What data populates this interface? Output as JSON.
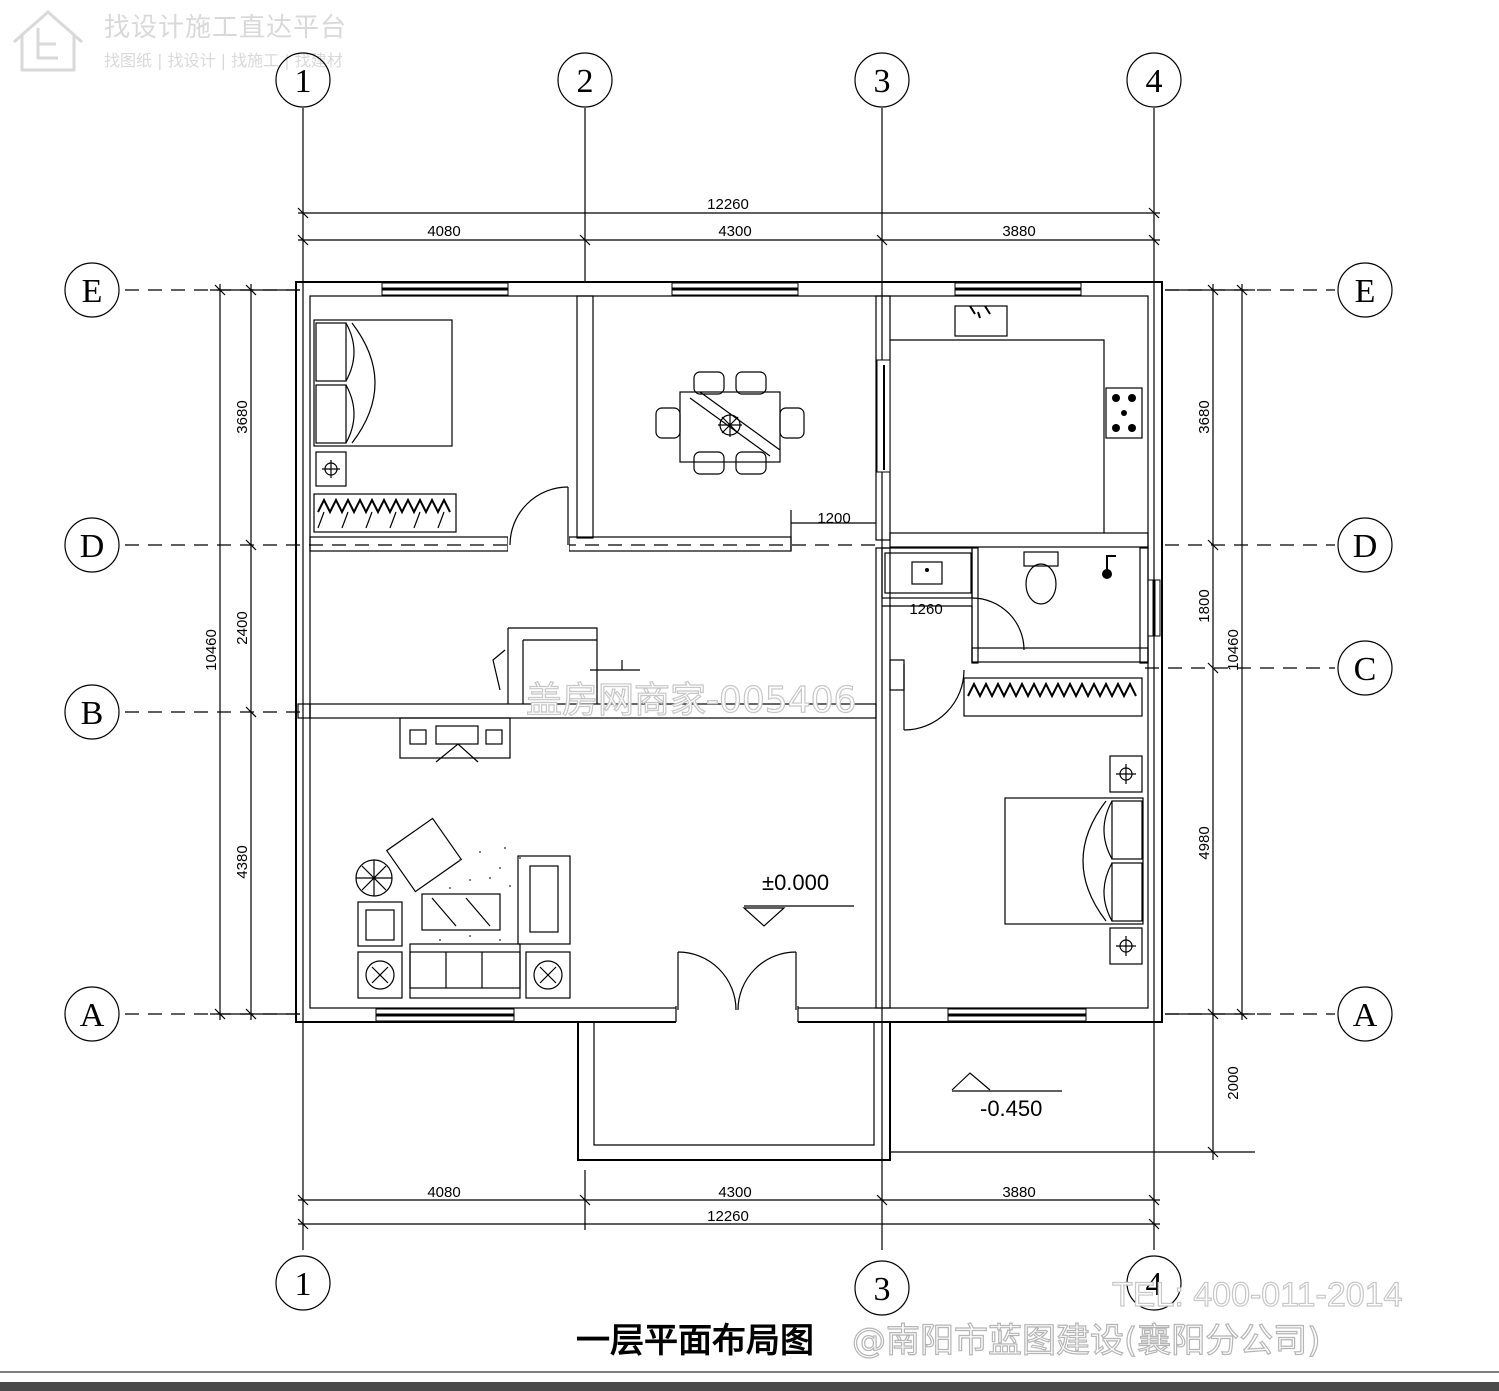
{
  "watermark_top": {
    "line1": "找设计施工直达平台",
    "line2": "找图纸 | 找设计 | 找施工 | 找建材"
  },
  "watermark_center": "盖房网商家-005406",
  "axes_top": [
    "1",
    "2",
    "3",
    "4"
  ],
  "axes_bottom": [
    "1",
    "3",
    "4"
  ],
  "axes_left": [
    "E",
    "D",
    "B",
    "A"
  ],
  "axes_right": [
    "E",
    "D",
    "C",
    "A"
  ],
  "dims_top": {
    "total": "12260",
    "segments": [
      "4080",
      "4300",
      "3880"
    ]
  },
  "dims_bottom": {
    "total": "12260",
    "segments": [
      "4080",
      "4300",
      "3880"
    ]
  },
  "dims_left": {
    "total": "10460",
    "segments": [
      "3680",
      "2400",
      "4380"
    ]
  },
  "dims_right": {
    "total": "10460",
    "segments": [
      "3680",
      "1800",
      "4980",
      "2000"
    ]
  },
  "dims_inner": {
    "corridor": "1200",
    "bath": "1260"
  },
  "elevations": {
    "interior": "±0.000",
    "exterior": "-0.450"
  },
  "title": "一层平面布局图",
  "watermark_tel": "TEL: 400-011-2014",
  "watermark_company": "@南阳市蓝图建设(襄阳分公司)",
  "icons": [
    "house-logo-icon",
    "bed-icon",
    "dining-table-icon",
    "sofa-icon",
    "stove-icon",
    "toilet-icon",
    "sink-icon",
    "wardrobe-icon",
    "stair-icon",
    "door-swing-icon",
    "plant-icon",
    "tv-cabinet-icon"
  ]
}
